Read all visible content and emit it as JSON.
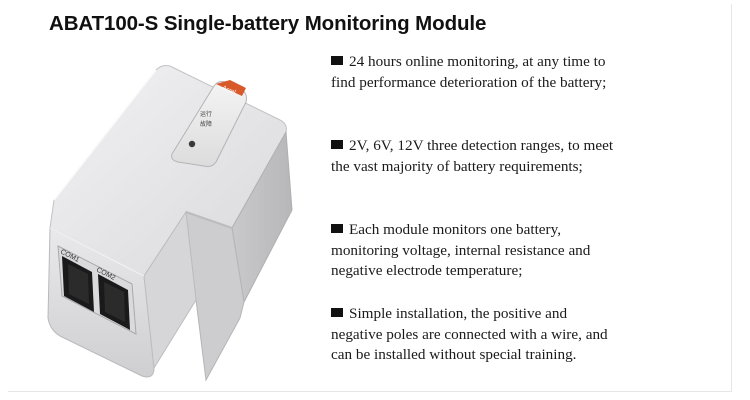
{
  "title": "ABAT100-S Single-battery Monitoring Module",
  "product_image": {
    "brand_label": "Acrel",
    "led_label_line1": "运行",
    "led_label_line2": "故障",
    "port1_label": "COM1",
    "port2_label": "COM2",
    "body_color": "#e4e4e6",
    "label_color": "#d85a2a"
  },
  "features": [
    {
      "text": "24 hours online monitoring, at any time to find performance deterioration of the battery;"
    },
    {
      "text": "2V, 6V, 12V three detection ranges, to meet the vast majority of battery requirements;"
    },
    {
      "text": "Each module monitors one battery, monitoring voltage, internal resistance and negative electrode temperature;"
    },
    {
      "text": "Simple installation, the positive and negative poles are connected with a wire, and can be installed without special training."
    }
  ]
}
